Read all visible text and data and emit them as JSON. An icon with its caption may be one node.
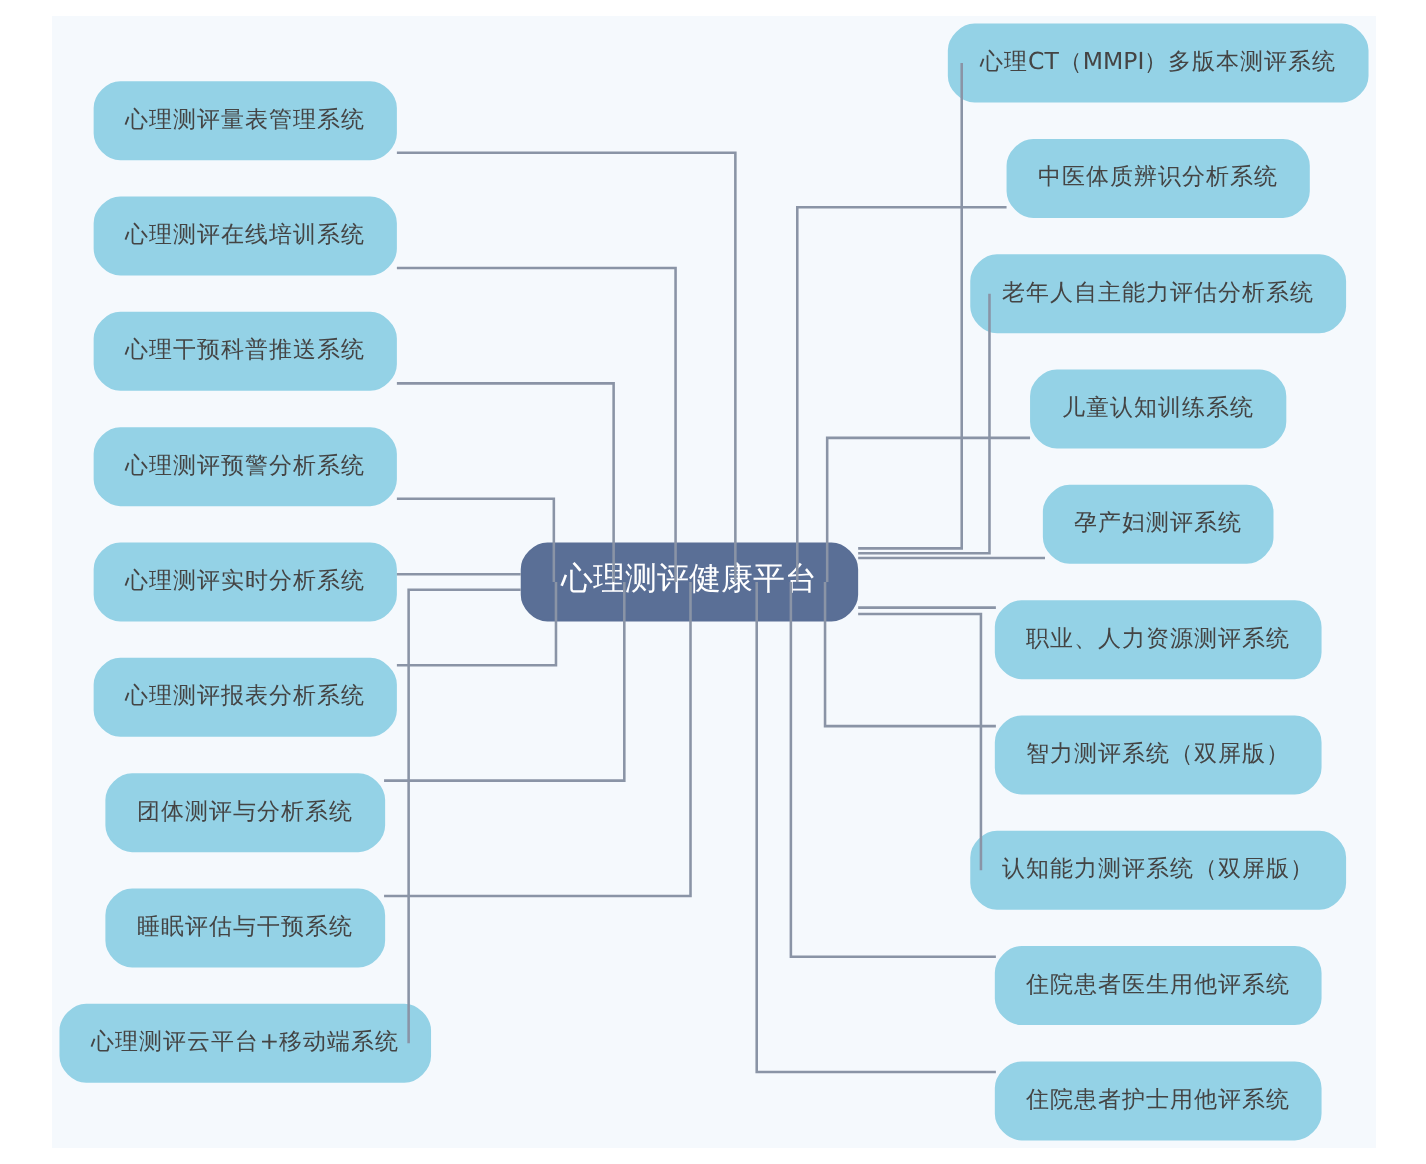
{
  "diagram": {
    "nodes": [
      {
        "text": [
          "心理测评健康平台"
        ]
      },
      {
        "text": [
          "心理测评量表管理系统"
        ]
      },
      {
        "text": [
          "心理测评在线培训系统"
        ]
      },
      {
        "text": [
          "心理干预科普推送系统"
        ]
      },
      {
        "text": [
          "心理测评预警分析系统"
        ]
      },
      {
        "text": [
          "心理测评实时分析系统"
        ]
      },
      {
        "text": [
          "心理测评报表分析系统"
        ]
      },
      {
        "text": [
          "团体测评与分析系统"
        ]
      },
      {
        "text": [
          "睡眠评估与干预系统"
        ]
      },
      {
        "text": [
          "心理测评云平台+移动端系统"
        ]
      },
      {
        "text": [
          "心理CT（MMPI）多版本测评系统"
        ]
      },
      {
        "text": [
          "中医体质辨识分析系统"
        ]
      },
      {
        "text": [
          "老年人自主能力评估分析系统"
        ]
      },
      {
        "text": [
          "儿童认知训练系统"
        ]
      },
      {
        "text": [
          "孕产妇测评系统"
        ]
      },
      {
        "text": [
          "职业、人力资源测评系统"
        ]
      },
      {
        "text": [
          "智力测评系统（双屏版）"
        ]
      },
      {
        "text": [
          "认知能力测评系统（双屏版）"
        ]
      },
      {
        "text": [
          "住院患者医生用他评系统"
        ]
      },
      {
        "text": [
          "住院患者护士用他评系统"
        ]
      }
    ],
    "edges": [
      {
        "from": 0,
        "to": 1,
        "arrow": "none"
      },
      {
        "from": 0,
        "to": 2,
        "arrow": "none"
      },
      {
        "from": 0,
        "to": 3,
        "arrow": "none"
      },
      {
        "from": 0,
        "to": 4,
        "arrow": "none"
      },
      {
        "from": 0,
        "to": 5,
        "arrow": "none"
      },
      {
        "from": 0,
        "to": 6,
        "arrow": "none"
      },
      {
        "from": 0,
        "to": 7,
        "arrow": "none"
      },
      {
        "from": 0,
        "to": 8,
        "arrow": "none"
      },
      {
        "from": 0,
        "to": 9,
        "arrow": "none"
      },
      {
        "from": 0,
        "to": 10,
        "arrow": "none"
      },
      {
        "from": 0,
        "to": 11,
        "arrow": "none"
      },
      {
        "from": 0,
        "to": 12,
        "arrow": "none"
      },
      {
        "from": 0,
        "to": 13,
        "arrow": "none"
      },
      {
        "from": 0,
        "to": 14,
        "arrow": "none"
      },
      {
        "from": 0,
        "to": 15,
        "arrow": "none"
      },
      {
        "from": 0,
        "to": 16,
        "arrow": "none"
      },
      {
        "from": 0,
        "to": 17,
        "arrow": "none"
      },
      {
        "from": 0,
        "to": 18,
        "arrow": "none"
      },
      {
        "from": 0,
        "to": 19,
        "arrow": "none"
      }
    ]
  }
}
